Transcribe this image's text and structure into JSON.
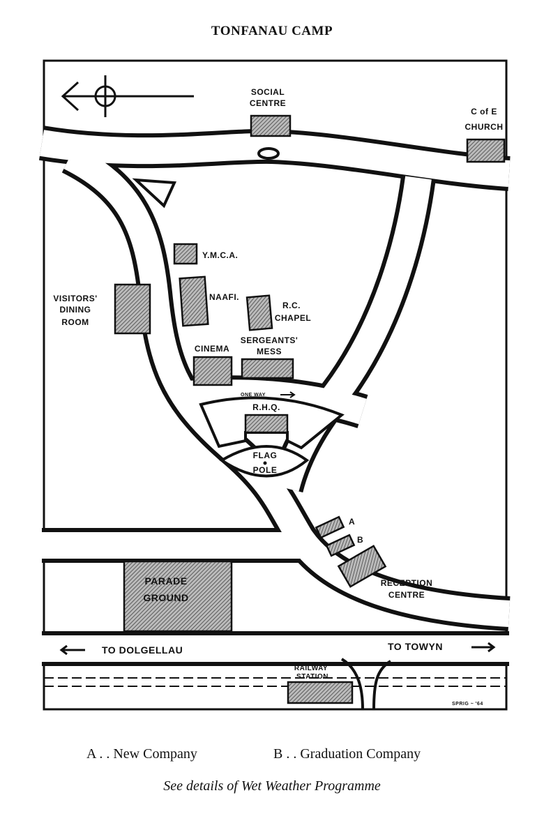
{
  "title": "TONFANAU CAMP",
  "map": {
    "labels": {
      "social_centre": [
        "SOCIAL",
        "CENTRE"
      ],
      "church": [
        "C of E",
        "CHURCH"
      ],
      "ymca": "Y.M.C.A.",
      "naafi": "NAAFI.",
      "visitors": [
        "VISITORS'",
        "DINING",
        "ROOM"
      ],
      "rc_chapel": [
        "R.C.",
        "CHAPEL"
      ],
      "cinema": "CINEMA",
      "sergeants": [
        "SERGEANTS'",
        "MESS"
      ],
      "one_way": "ONE WAY",
      "rhq": "R.H.Q.",
      "flag_pole": [
        "FLAG",
        "POLE"
      ],
      "a": "A",
      "b": "B",
      "reception": [
        "RECEPTION",
        "CENTRE"
      ],
      "parade": [
        "PARADE",
        "GROUND"
      ],
      "to_dolgellau": "TO DOLGELLAU",
      "to_towyn": "TO TOWYN",
      "railway": [
        "RAILWAY",
        "STATION"
      ],
      "signature": "SPRIG ~ '64"
    },
    "compass_icon": "north-arrow-left"
  },
  "legend": {
    "a": "A . . New Company",
    "b": "B . . Graduation Company"
  },
  "note": "See details of Wet Weather Programme"
}
